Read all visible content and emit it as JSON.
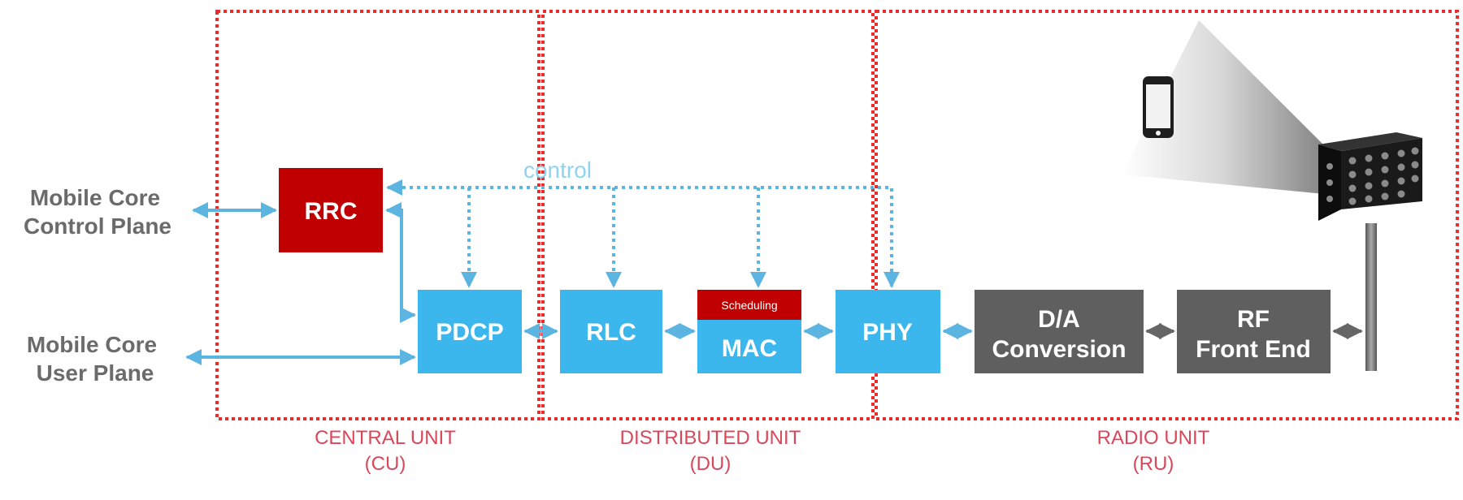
{
  "left_labels": {
    "control_plane": [
      "Mobile Core",
      "Control Plane"
    ],
    "user_plane": [
      "Mobile Core",
      "User Plane"
    ]
  },
  "blocks": {
    "rrc": "RRC",
    "pdcp": "PDCP",
    "rlc": "RLC",
    "mac": "MAC",
    "scheduling": "Scheduling",
    "phy": "PHY",
    "da": [
      "D/A",
      "Conversion"
    ],
    "rf": [
      "RF",
      "Front End"
    ]
  },
  "control_label": "control",
  "units": {
    "cu": [
      "CENTRAL UNIT",
      "(CU)"
    ],
    "du": [
      "DISTRIBUTED UNIT",
      "(DU)"
    ],
    "ru": [
      "RADIO UNIT",
      "(RU)"
    ]
  },
  "colors": {
    "rrc_red": "#c00000",
    "blue_block": "#3bb7ee",
    "gray_block": "#5f5f5f",
    "dotted_red": "#ee2b2b",
    "arrow_blue": "#5bb5e0",
    "unit_text": "#d9475b"
  },
  "icons": [
    "phone-icon",
    "antenna-icon"
  ]
}
